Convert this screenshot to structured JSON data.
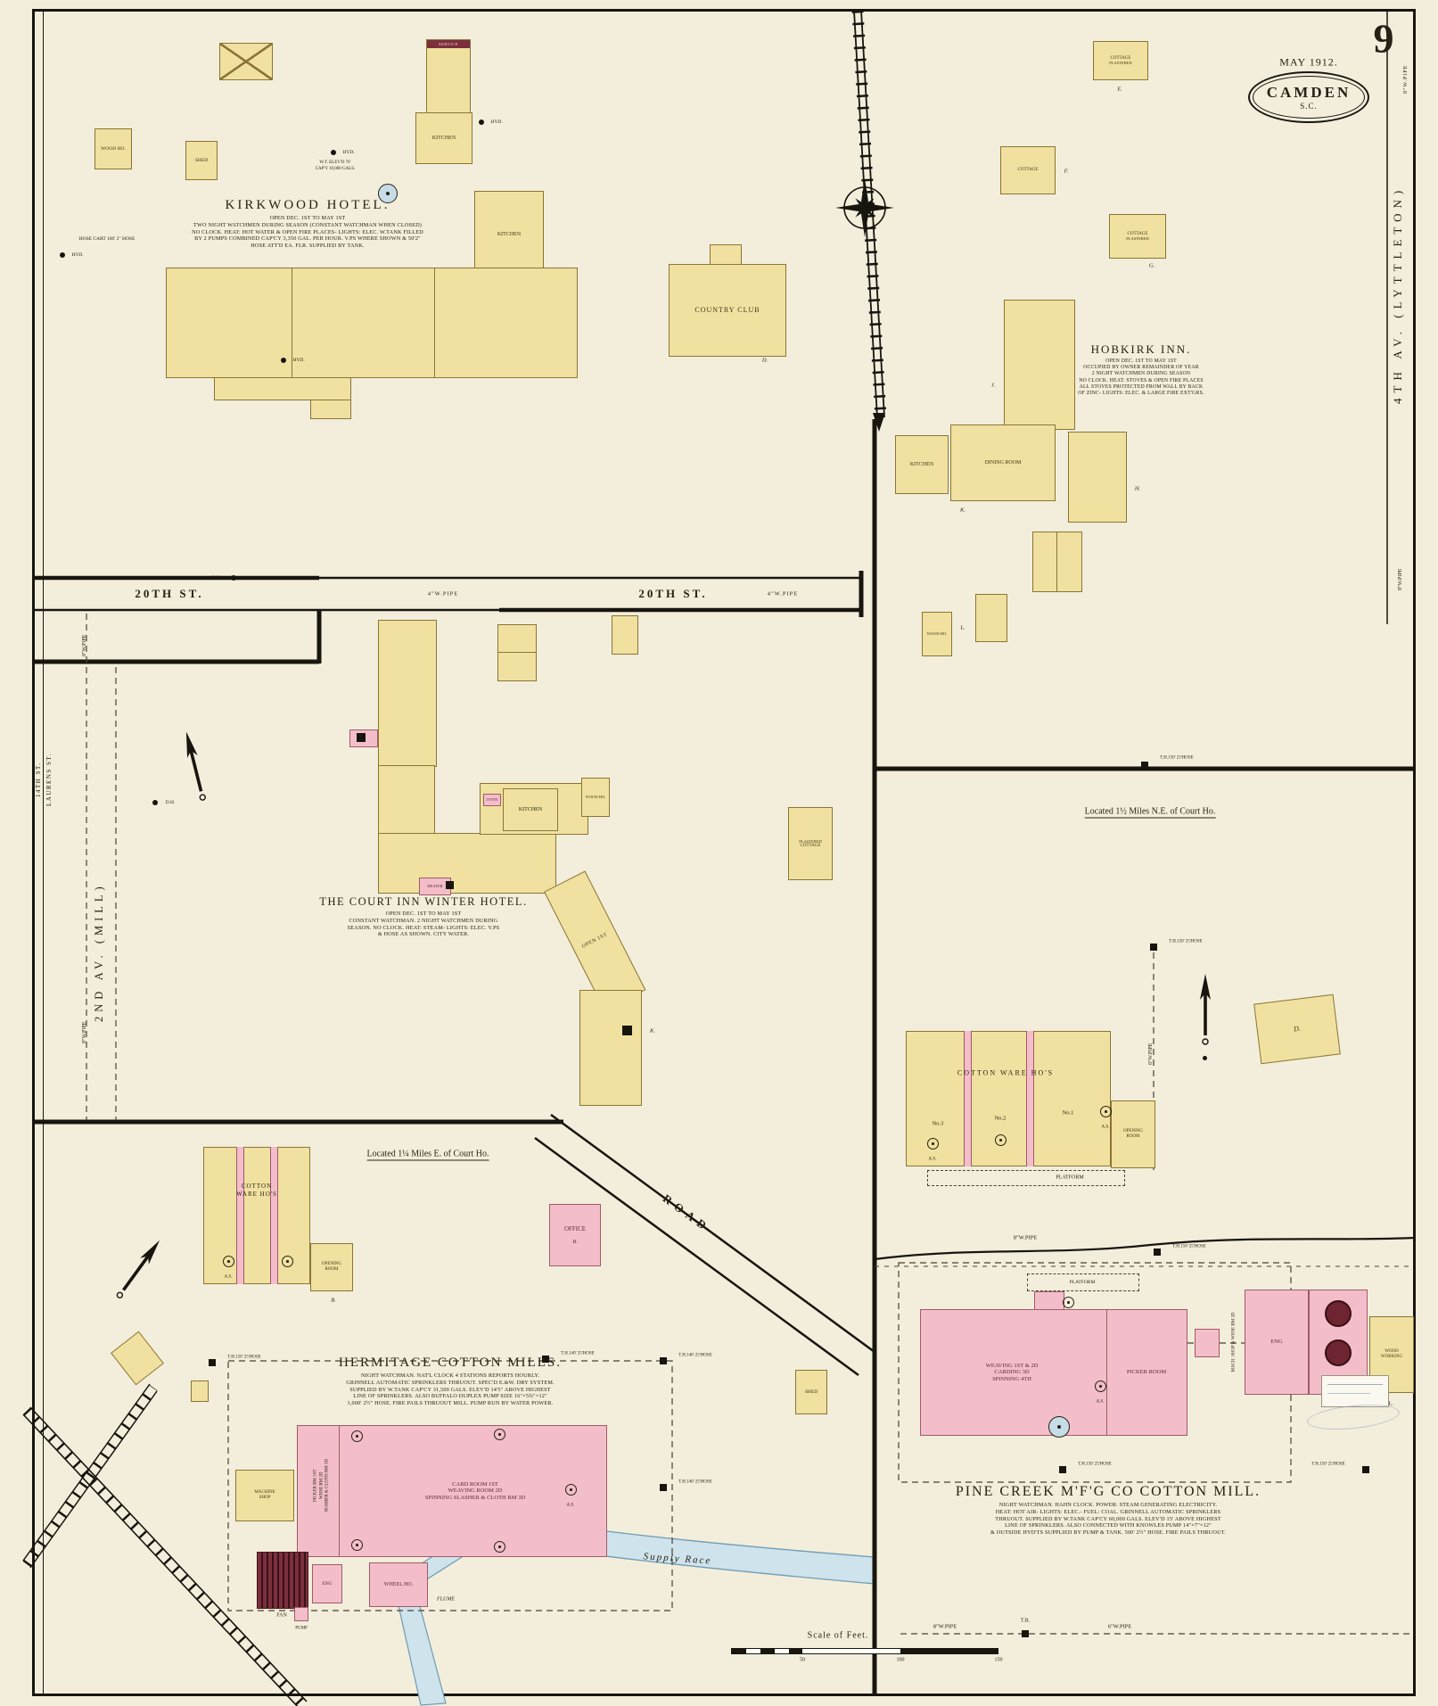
{
  "sheet": {
    "number": "9",
    "date": "MAY 1912.",
    "city": "CAMDEN",
    "state": "S.C."
  },
  "margins": {
    "right_avenue": "4TH AV. (LYTTLETON)",
    "left_avenue": "2ND AV. (MILL)",
    "left_street_1": "14TH ST.",
    "left_street_2": "LAURENS ST.",
    "pipe_top_right": "8\"W.PIPE",
    "pipe_right_mid": "8\"W.PIPE",
    "pipe_left_1": "8\"W.PIPE",
    "pipe_left_2": "8\"W.PIPE"
  },
  "streets": {
    "st20_a": "20TH ST.",
    "st20_b": "20TH ST.",
    "road": "ROAD",
    "pipe4_a": "4\"W.PIPE",
    "pipe4_b": "4\"W.PIPE",
    "pipe6_right": "6\"W.PIPE",
    "pipe8_mid": "8\"W.PIPE",
    "pipe8_bottom": "8\"W.PIPE",
    "pipe6_bottom": "6\"W.PIPE",
    "tb": "T.B."
  },
  "water": {
    "supply_race": "Supply Race",
    "flume": "FLUME"
  },
  "located": {
    "east": "Located 1¼ Miles E. of Court Ho.",
    "northeast": "Located 1½ Miles N.E. of Court Ho."
  },
  "scale": {
    "label": "Scale of Feet.",
    "t1": "50",
    "t2": "100",
    "t3": "150"
  },
  "markers": {
    "hyd": "HYD.",
    "dh": "D.H.",
    "th150": "T.H.150' 25'HOSE",
    "th140": "T.H.140' 25'HOSE",
    "as": "A.S."
  },
  "kirkwood": {
    "title": "KIRKWOOD HOTEL.",
    "n1": "OPEN DEC. 1ST TO MAY 1ST",
    "n2": "TWO NIGHT WATCHMEN DURING SEASON (CONSTANT WATCHMAN WHEN CLOSED)",
    "n3": "NO CLOCK. HEAT: HOT WATER & OPEN FIRE PLACES- LIGHTS: ELEC. W.TANK FILLED",
    "n4": "BY 2 PUMPS COMBINED CAP'CY 3,350 GAL. PER HOUR. V.PS WHERE SHOWN & 50'2\"",
    "n5": "HOSE ATT'D EA. FLR. SUPPLIED BY TANK.",
    "tank_1": "W.T. ELEV'D 76'",
    "tank_2": "CAP'Y 10,000 GALS.",
    "hose_cart": "HOSE CART 100' 2\" HOSE",
    "kitchen": "KITCHEN",
    "kitchen2": "KITCHEN",
    "service": "SERVICE",
    "wood_ho": "WOOD HO.",
    "shed": "SHED"
  },
  "country_club": {
    "label": "COUNTRY CLUB",
    "id": "D."
  },
  "cottages": {
    "c1_1": "COTTAGE",
    "c1_2": "PLASTERED",
    "c1_id": "E.",
    "c2_1": "COTTAGE",
    "c2_id": "F.",
    "c3_1": "COTTAGE",
    "c3_2": "PLASTERED",
    "c3_id": "G."
  },
  "hobkirk": {
    "title": "HOBKIRK INN.",
    "n1": "OPEN DEC. 1ST TO MAY 1ST",
    "n2": "OCCUPIED BY OWNER REMAINDER OF YEAR",
    "n3": "2 NIGHT WATCHMEN DURING SEASON",
    "n4": "NO CLOCK. HEAT: STOVES & OPEN FIRE PLACES",
    "n5": "ALL STOVES PROTECTED FROM WALL BY BACK",
    "n6": "OF ZINC- LIGHTS: ELEC. & LARGE FIRE EXT'GRS.",
    "kitchen": "KITCHEN",
    "dining": "DINING ROOM",
    "wood_ho": "WOOD HO.",
    "id_j": "J.",
    "id_k": "K.",
    "id_h": "H.",
    "id_l": "L."
  },
  "court": {
    "title": "THE COURT INN WINTER HOTEL.",
    "n1": "OPEN DEC. 1ST TO MAY 1ST",
    "n2": "CONSTANT WATCHMAN. 2 NIGHT WATCHMEN DURING",
    "n3": "SEASON. NO CLOCK. HEAT: STEAM- LIGHTS: ELEC. V.PS",
    "n4": "& HOSE AS SHOWN. CITY WATER.",
    "kitchen": "KITCHEN",
    "oven": "OVEN",
    "heater": "HEATER",
    "open_first": "OPEN 1ST",
    "wood_ho": "WOOD HO.",
    "cottage_1": "PLASTERED",
    "cottage_2": "COTTAGE",
    "id_k": "K."
  },
  "ware_right": {
    "title": "COTTON WARE HO'S",
    "no1": "No.1",
    "no2": "No.2",
    "no3": "No.3",
    "opening_1": "OPENING",
    "opening_2": "ROOM",
    "platform": "PLATFORM"
  },
  "ware_left": {
    "title_1": "COTTON",
    "title_2": "WARE HO'S",
    "opening_1": "OPENING",
    "opening_2": "ROOM",
    "id_b": "B."
  },
  "office": {
    "label": "OFFICE",
    "id": "B."
  },
  "house_d": {
    "id": "D."
  },
  "hermitage": {
    "title": "HERMITAGE COTTON MILLS.",
    "n1": "NIGHT WATCHMAN. NAT'L CLOCK 4 STATIONS REPORTS HOURLY.",
    "n2": "GRINNELL AUTOMATIC SPRINKLERS THRUOUT. SPEC'D E.&W. DRY SYSTEM.",
    "n3": "SUPPLIED BY W.TANK CAP'CY 31,500 GALS. ELEV'D 14'5\" ABOVE HIGHEST",
    "n4": "LINE OF SPRINKLERS. ALSO BUFFALO DUPLEX PUMP SIZE 16\"×5¾\"×12\"",
    "n5": "1,000' 2½\" HOSE. FIRE PAILS THRUOUT MILL. PUMP RUN BY WATER POWER.",
    "room_1": "CARD ROOM 1ST",
    "room_2": "WEAVING ROOM 2D",
    "room_3": "SPINNING SLASHER & CLOTH RM 3D",
    "picker_1": "PICKER RM 1ST",
    "picker_2": "WHSE RM 2D",
    "picker_3": "SEAMER & CLOTH RM 3D",
    "machine_1": "MACHINE",
    "machine_2": "SHOP",
    "fan": "FAN",
    "eng": "ENG",
    "wheel": "WHEEL HO.",
    "pump": "PUMP",
    "shed": "SHED"
  },
  "pinecreek": {
    "title": "PINE CREEK M'F'G CO COTTON MILL.",
    "n1": "NIGHT WATCHMAN. HAHN CLOCK. POWER: STEAM GENERATING ELECTRICITY.",
    "n2": "HEAT: HOT AIR- LIGHTS: ELEC.- FUEL: COAL. GRINNELL AUTOMATIC SPRINKLERS",
    "n3": "THRUOUT. SUPPLIED BY W.TANK CAP'CY 60,000 GALS. ELEV'D 15' ABOVE HIGHEST",
    "n4": "LINE OF SPRINKLERS. ALSO CONNECTED WITH KNOWLES PUMP 14\"×7\"×12\"",
    "n5": "& OUTSIDE HYD'TS SUPPLIED BY PUMP & TANK. 500' 2½\" HOSE. FIRE PAILS THRUOUT.",
    "weav_1": "WEAVING 1ST & 2D",
    "weav_2": "CARDING 3D",
    "weav_3": "SPINNING 4TH",
    "picker": "PICKER ROOM",
    "eng": "ENG",
    "wood_1": "WOOD",
    "wood_2": "WORKING",
    "id_l": "L.",
    "platform": "PLATFORM",
    "mach_vert": "MACH. SHOP & WHSE RM 2D"
  }
}
